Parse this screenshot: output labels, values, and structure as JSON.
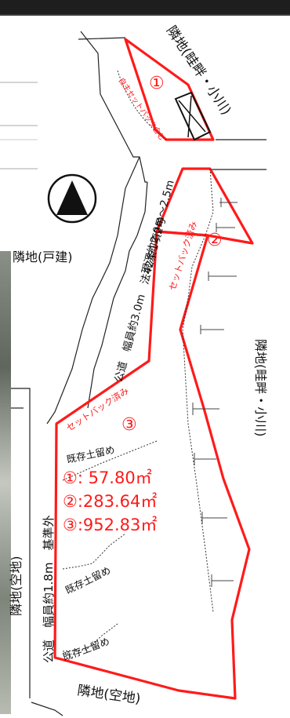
{
  "labels": {
    "north_top_right": "隣地(畦畔・小川)",
    "east_side": "隣地(畦畔・小川)",
    "west_house": "隣地(戸建)",
    "west_vacant": "隣地(空地)",
    "south_vacant": "隣地(空地)",
    "road_main_1": "公道　幅員約3.0m　法42条1項2号",
    "road_main_2": "現況約2.0m〜2.5m",
    "road_west": "公道　幅員約1.8m　基準外",
    "setback_self": "自主セットバック含む",
    "setback_done_2": "セットバック済み",
    "setback_done_3": "セットバック済み",
    "retaining_1": "既存土留め",
    "retaining_2": "既存土留め",
    "retaining_3": "既存土留め"
  },
  "plots": [
    {
      "id": "①",
      "area_label": "①:  57.80㎡"
    },
    {
      "id": "②",
      "area_label": "②:283.64㎡"
    },
    {
      "id": "③",
      "area_label": "③:952.83㎡"
    }
  ],
  "north_symbol": "north-arrow",
  "colors": {
    "plot_outline": "#ff1a1a",
    "text": "#111111"
  }
}
